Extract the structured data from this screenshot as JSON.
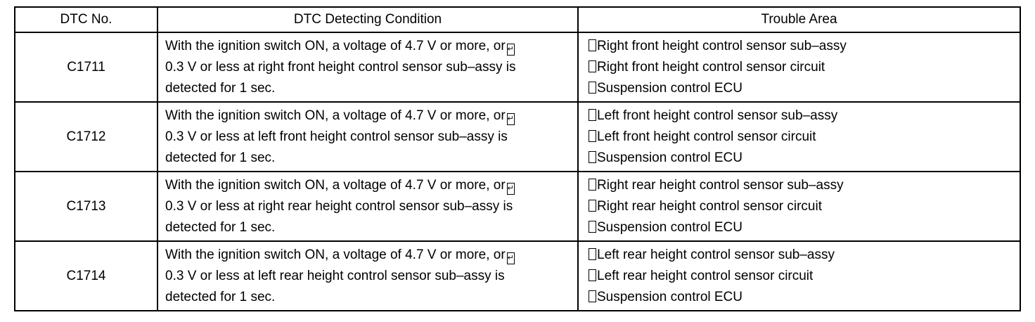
{
  "headers": {
    "code": "DTC No.",
    "condition": "DTC Detecting Condition",
    "area": "Trouble Area"
  },
  "rows": [
    {
      "code": "C1711",
      "condition": [
        "With the ignition switch ON, a voltage of 4.7 V or more, or",
        "0.3 V or less at right front height control sensor sub–assy is",
        "detected for 1 sec."
      ],
      "areas": [
        "Right front height control sensor sub–assy",
        "Right front height control sensor circuit",
        "Suspension control ECU"
      ]
    },
    {
      "code": "C1712",
      "condition": [
        "With the ignition switch ON, a voltage of 4.7 V or more, or",
        "0.3 V or less at left front height control sensor sub–assy is",
        "detected for 1 sec."
      ],
      "areas": [
        "Left front height control sensor sub–assy",
        "Left front height control sensor circuit",
        "Suspension control ECU"
      ]
    },
    {
      "code": "C1713",
      "condition": [
        "With the ignition switch ON, a voltage of 4.7 V or more, or",
        "0.3 V or less at right rear height control sensor sub–assy is",
        "detected for 1 sec."
      ],
      "areas": [
        "Right rear height control sensor sub–assy",
        "Right rear height control sensor circuit",
        "Suspension control ECU"
      ]
    },
    {
      "code": "C1714",
      "condition": [
        "With the ignition switch ON, a voltage of 4.7 V or more, or",
        "0.3 V or less at left rear height control sensor sub–assy is",
        "detected for 1 sec."
      ],
      "areas": [
        "Left rear height control sensor sub–assy",
        "Left rear height control sensor circuit",
        "Suspension control ECU"
      ]
    }
  ]
}
